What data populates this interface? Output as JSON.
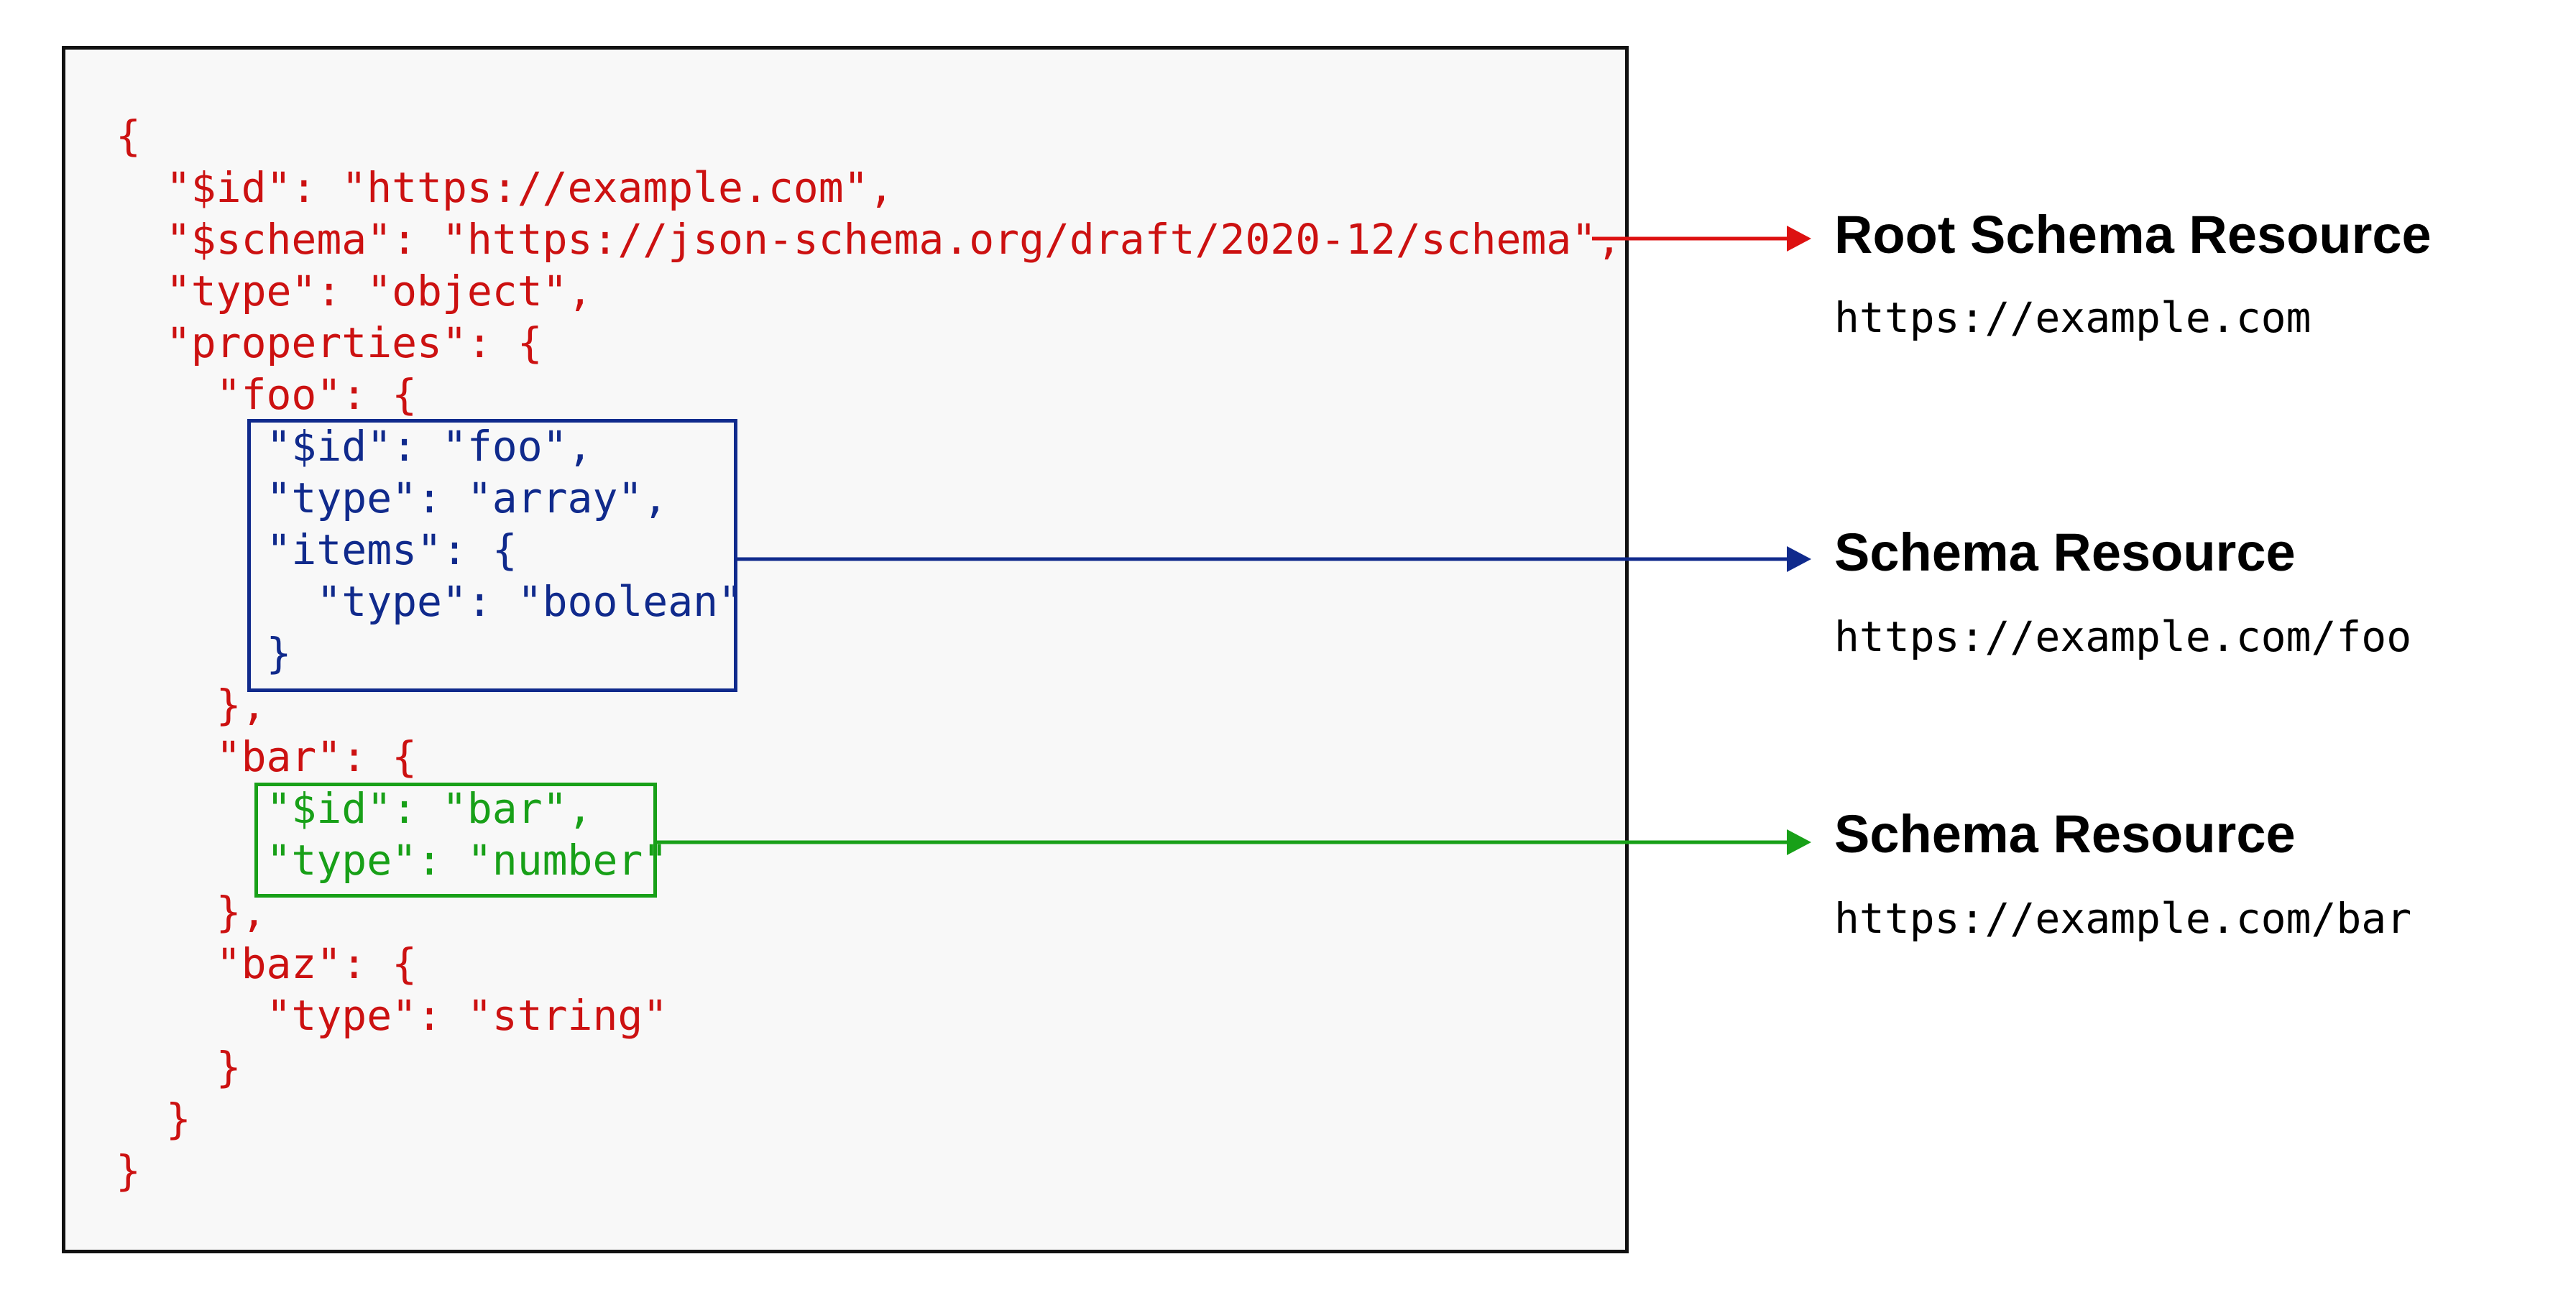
{
  "code": {
    "lines": [
      {
        "text": "{",
        "color": "red"
      },
      {
        "text": "  \"$id\": \"https://example.com\",",
        "color": "red"
      },
      {
        "text": "  \"$schema\": \"https://json-schema.org/draft/2020-12/schema\",",
        "color": "red"
      },
      {
        "text": "  \"type\": \"object\",",
        "color": "red"
      },
      {
        "text": "  \"properties\": {",
        "color": "red"
      },
      {
        "text": "    \"foo\": {",
        "color": "red"
      },
      {
        "text": "      \"$id\": \"foo\",",
        "color": "blue"
      },
      {
        "text": "      \"type\": \"array\",",
        "color": "blue"
      },
      {
        "text": "      \"items\": {",
        "color": "blue"
      },
      {
        "text": "        \"type\": \"boolean\"",
        "color": "blue"
      },
      {
        "text": "      }",
        "color": "blue"
      },
      {
        "text": "    },",
        "color": "red"
      },
      {
        "text": "    \"bar\": {",
        "color": "red"
      },
      {
        "text": "      \"$id\": \"bar\",",
        "color": "green"
      },
      {
        "text": "      \"type\": \"number\"",
        "color": "green"
      },
      {
        "text": "    },",
        "color": "red"
      },
      {
        "text": "    \"baz\": {",
        "color": "red"
      },
      {
        "text": "      \"type\": \"string\"",
        "color": "red"
      },
      {
        "text": "    }",
        "color": "red"
      },
      {
        "text": "  }",
        "color": "red"
      },
      {
        "text": "}",
        "color": "red"
      }
    ]
  },
  "resources": [
    {
      "title": "Root Schema Resource",
      "url": "https://example.com",
      "color": "#dd1111"
    },
    {
      "title": "Schema Resource",
      "url": "https://example.com/foo",
      "color": "#102a8c"
    },
    {
      "title": "Schema Resource",
      "url": "https://example.com/bar",
      "color": "#18a018"
    }
  ],
  "colors": {
    "red": "#cc1111",
    "blue": "#102a8c",
    "green": "#18a018"
  }
}
